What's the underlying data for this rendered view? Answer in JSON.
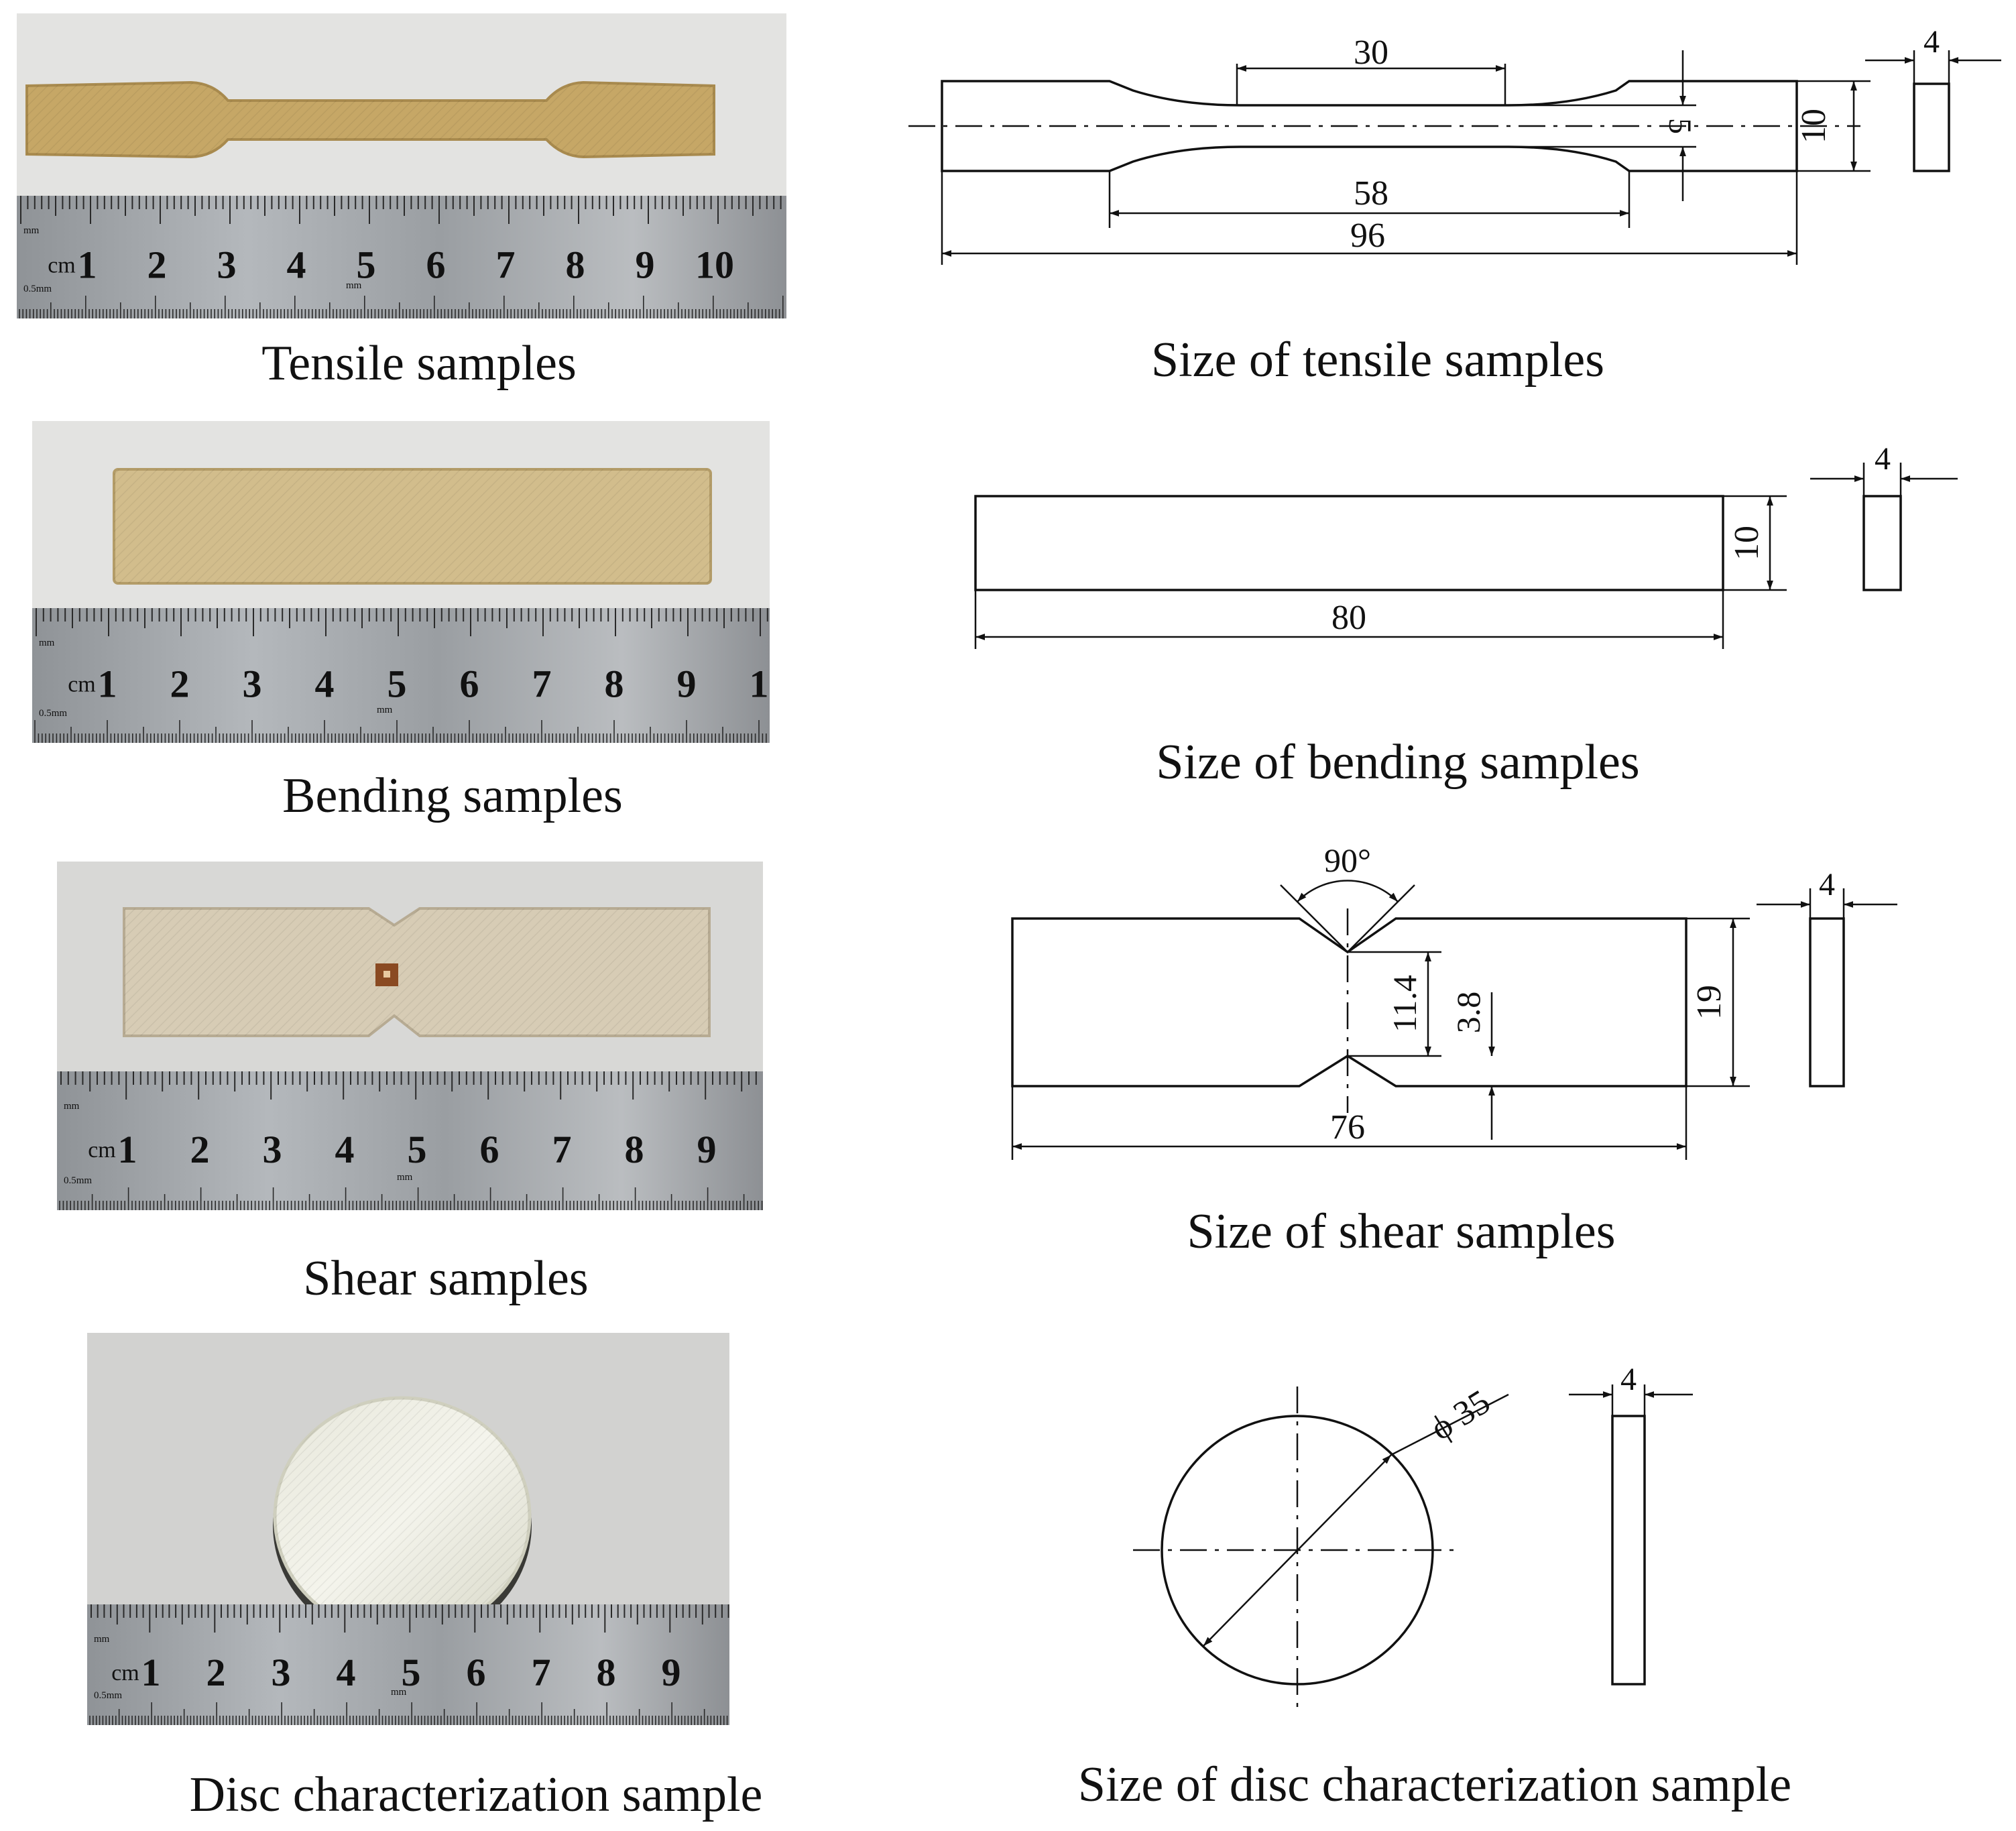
{
  "left_panels": [
    {
      "caption": "Tensile samples",
      "ruler_numbers": [
        "1",
        "2",
        "3",
        "4",
        "5",
        "6",
        "7",
        "8",
        "9",
        "10",
        "1"
      ]
    },
    {
      "caption": "Bending samples",
      "ruler_numbers": [
        "1",
        "2",
        "3",
        "4",
        "5",
        "6",
        "7",
        "8",
        "9",
        "1"
      ]
    },
    {
      "caption": "Shear samples",
      "ruler_numbers": [
        "1",
        "2",
        "3",
        "4",
        "5",
        "6",
        "7",
        "8",
        "9",
        "1"
      ]
    },
    {
      "caption": "Disc characterization  sample",
      "ruler_numbers": [
        "1",
        "2",
        "3",
        "4",
        "5",
        "6",
        "7",
        "8",
        "9",
        "1"
      ]
    }
  ],
  "ruler": {
    "unit": "cm",
    "mm_label": "mm",
    "half_mm_label": "0.5mm"
  },
  "drawings": {
    "tensile": {
      "caption": "Size of tensile samples",
      "dims": {
        "gauge": "30",
        "width": "5",
        "grip": "10",
        "thickness": "4",
        "parallel": "58",
        "total": "96"
      }
    },
    "bending": {
      "caption": "Size of bending samples",
      "dims": {
        "width": "10",
        "thickness": "4",
        "length": "80"
      }
    },
    "shear": {
      "caption": "Size of shear samples",
      "dims": {
        "angle": "90°",
        "ligament": "11.4",
        "depth": "3.8",
        "width": "19",
        "thickness": "4",
        "length": "76"
      }
    },
    "disc": {
      "caption": "Size of disc characterization  sample",
      "dims": {
        "diameter": "ϕ 35",
        "thickness": "4"
      }
    }
  }
}
